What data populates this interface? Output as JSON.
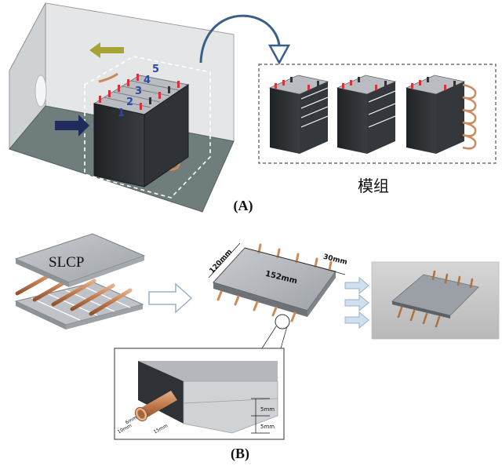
{
  "panel_a": {
    "caption": "(A)",
    "module_label": "模组",
    "cell_numbers": [
      "1",
      "2",
      "3",
      "4",
      "5"
    ]
  },
  "panel_b": {
    "caption": "(B)",
    "plate_label": "SLCP",
    "dim_width": "120mm",
    "dim_length": "152mm",
    "dim_gap": "30mm",
    "detail_dim_upper": "5mm",
    "detail_dim_lower": "5mm",
    "detail_dim_pipe": "15mm",
    "detail_dim_pipe2": "6mm",
    "detail_dim_pipe3": "10mm"
  },
  "colors": {
    "enclosure": "#d9dbdd",
    "floor": "#6f7e7c",
    "cell_top": "#b9bdc2",
    "cell_side": "#2b2e31",
    "copper": "#c98a5c",
    "terminal_red": "#d8323a",
    "terminal_dark": "#333333",
    "arrow_out": "#a7a335",
    "arrow_in": "#1f2b5a",
    "flow_arrow": "#cfe0ee"
  },
  "icons": [
    "curved-arrow-icon",
    "flow-out-arrow-icon",
    "flow-in-arrow-icon",
    "process-arrow-icon",
    "magnifier-circle-icon"
  ]
}
